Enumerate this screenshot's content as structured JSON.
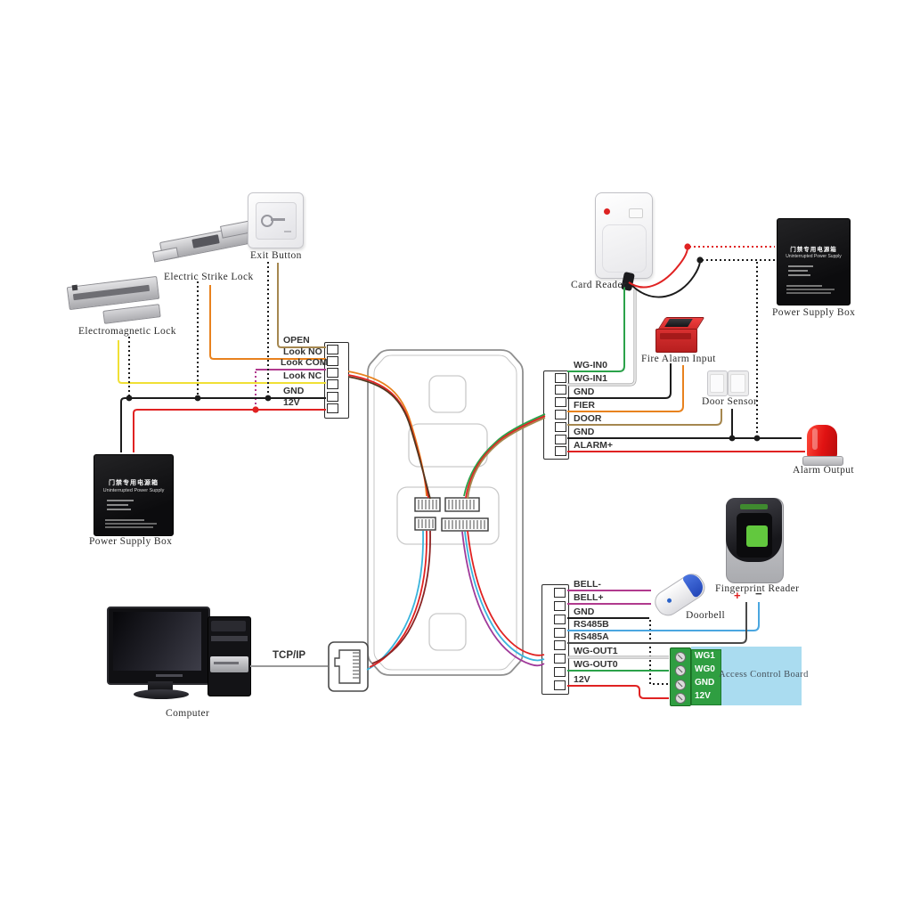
{
  "labels": {
    "electromagnetic_lock": "Electromagnetic Lock",
    "electric_strike_lock": "Electric Strike Lock",
    "exit_button": "Exit Button",
    "power_supply_box_left": "Power Supply Box",
    "power_supply_box_right": "Power Supply Box",
    "computer": "Computer",
    "tcp_ip": "TCP/IP",
    "card_reader": "Card Reader",
    "fire_alarm_input": "Fire Alarm Input",
    "door_sensor": "Door Sensor",
    "alarm_output": "Alarm Output",
    "doorbell": "Doorbell",
    "fingerprint_reader": "Fingerprint Reader",
    "access_control_board": "Access Control Board",
    "plus": "+",
    "minus": "−"
  },
  "power_supply": {
    "title_cn": "门禁专用电源箱",
    "subtitle": "Uninterrupted Power Supply"
  },
  "connectors": {
    "left": {
      "pins": [
        "OPEN",
        "Look NO",
        "Look COM",
        "Look NC",
        "GND",
        "12V"
      ]
    },
    "right": {
      "pins": [
        "WG-IN0",
        "WG-IN1",
        "GND",
        "FIER",
        "DOOR",
        "GND",
        "ALARM+"
      ]
    },
    "bottom": {
      "pins": [
        "BELL-",
        "BELL+",
        "GND",
        "RS485B",
        "RS485A",
        "WG-OUT1",
        "WG-OUT0",
        "12V"
      ]
    },
    "board": {
      "pins": [
        "WG1",
        "WG0",
        "GND",
        "12V"
      ]
    }
  },
  "wire_colors": {
    "tan": "#a5874f",
    "orange": "#e8821e",
    "magenta": "#b13a8e",
    "yellow": "#f0e035",
    "black": "#1c1c1c",
    "red": "#e02222",
    "green": "#2ba24a",
    "white_core": "#ececec",
    "white_edge": "#ababab",
    "blue": "#4aa6e0",
    "dark_gray": "#4a4a4a",
    "cyan": "#3ab4dc",
    "dark_red": "#8a2525",
    "purple": "#a03a9a",
    "line_gray": "#9a9a9a"
  },
  "board_colors": {
    "terminal_green": "#2f9e41",
    "board_blue": "#aadcf0"
  }
}
